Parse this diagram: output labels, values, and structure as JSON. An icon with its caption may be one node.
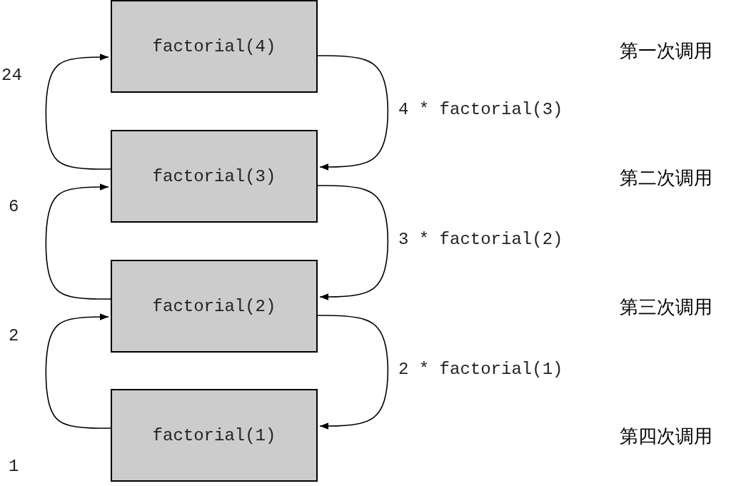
{
  "diagram": {
    "nodes": [
      {
        "text": [
          "factorial(4)"
        ]
      },
      {
        "text": [
          "factorial(3)"
        ]
      },
      {
        "text": [
          "factorial(2)"
        ]
      },
      {
        "text": [
          "factorial(1)"
        ]
      }
    ],
    "edges": [
      {
        "from": 0,
        "to": 1,
        "arrow": "to",
        "label": "4 * factorial(3)"
      },
      {
        "from": 1,
        "to": 0,
        "arrow": "to"
      },
      {
        "from": 1,
        "to": 2,
        "arrow": "to",
        "label": "3 * factorial(2)"
      },
      {
        "from": 2,
        "to": 1,
        "arrow": "to"
      },
      {
        "from": 2,
        "to": 3,
        "arrow": "to",
        "label": "2 * factorial(1)"
      },
      {
        "from": 3,
        "to": 2,
        "arrow": "to"
      }
    ],
    "labels": [
      "第一次调用",
      "24",
      "第二次调用",
      "6",
      "第三次调用",
      "2",
      "第四次调用",
      "1"
    ]
  }
}
